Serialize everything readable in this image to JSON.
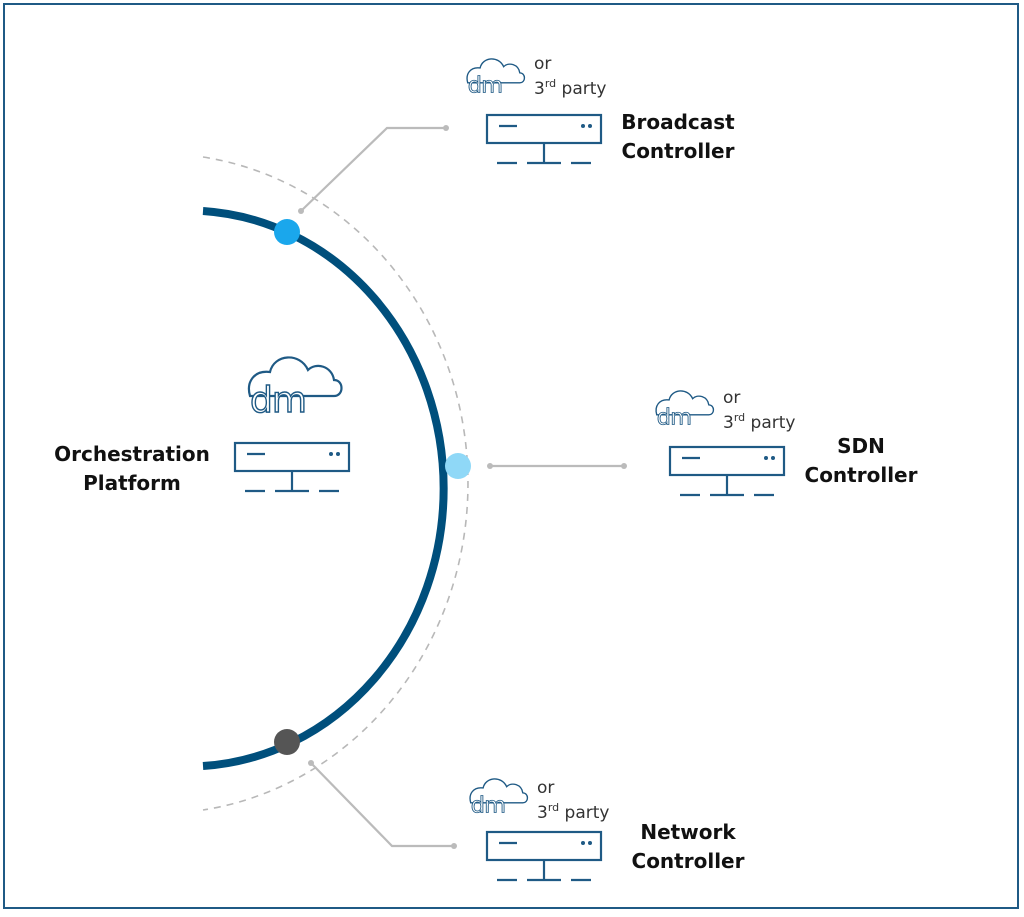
{
  "orchestration": {
    "title_line1": "Orchestration",
    "title_line2": "Platform",
    "logo_text": "dm",
    "logo_icon": "cloud-icon",
    "server_icon": "server-icon"
  },
  "broadcast": {
    "title_line1": "Broadcast",
    "title_line2": "Controller",
    "or_text": "or",
    "third_num": "3",
    "third_sup": "rd",
    "third_word": " party",
    "logo_text": "dm"
  },
  "sdn": {
    "title_line1": "SDN",
    "title_line2": "Controller",
    "or_text": "or",
    "third_num": "3",
    "third_sup": "rd",
    "third_word": " party",
    "logo_text": "dm"
  },
  "network": {
    "title_line1": "Network",
    "title_line2": "Controller",
    "or_text": "or",
    "third_num": "3",
    "third_sup": "rd",
    "third_word": " party",
    "logo_text": "dm"
  },
  "colors": {
    "arc": "#004f7c",
    "node_broadcast": "#1aa7ec",
    "node_sdn": "#8fd8f7",
    "node_network": "#555555",
    "connector": "#bbbbbb",
    "icon_stroke": "#1f5a85"
  }
}
